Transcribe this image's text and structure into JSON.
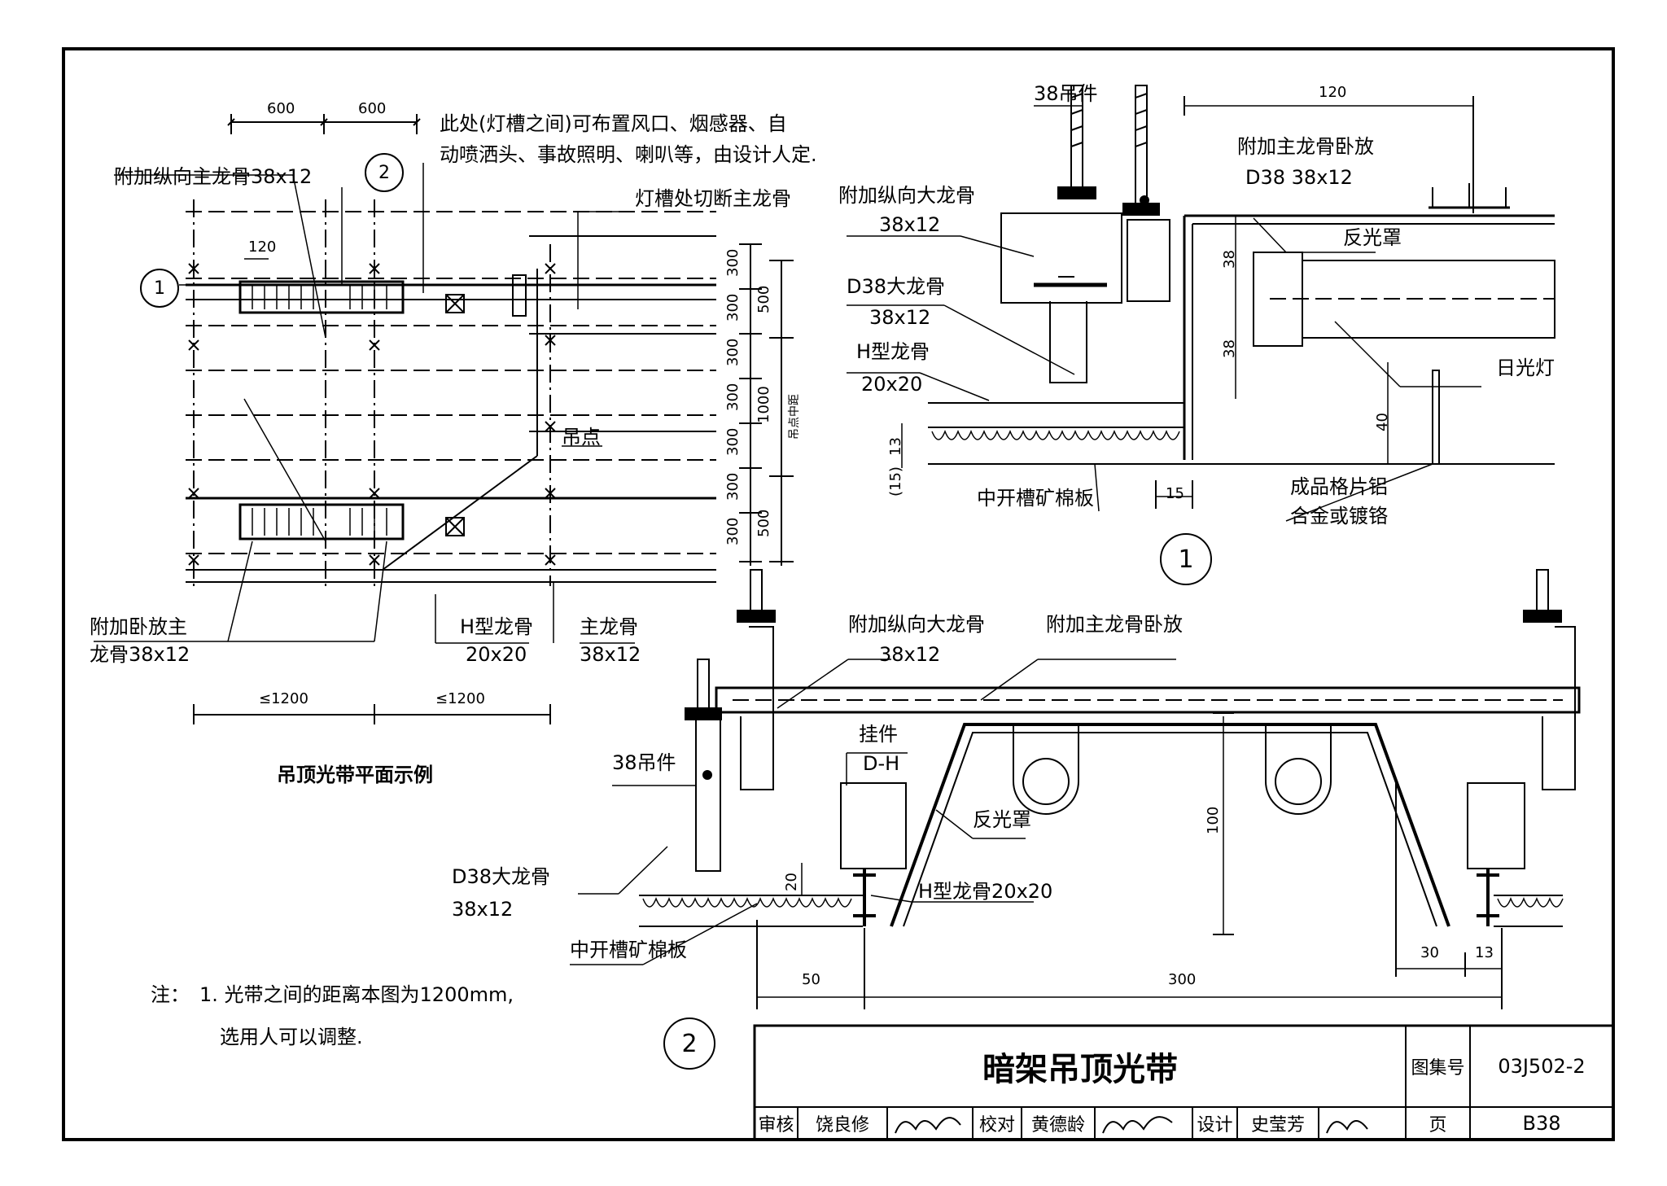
{
  "sheet": {
    "title": "暗架吊顶光带",
    "atlas_label": "图集号",
    "atlas_no": "03J502-2",
    "page_label": "页",
    "page_no": "B38",
    "review_label": "审核",
    "reviewer": "饶良修",
    "check_label": "校对",
    "checker": "黄德龄",
    "design_label": "设计",
    "designer": "史莹芳"
  },
  "plan": {
    "title": "吊顶光带平面示例",
    "dim_600_a": "600",
    "dim_600_b": "600",
    "dim_120": "120",
    "dim_1200_a": "≤1200",
    "dim_1200_b": "≤1200",
    "note_line1": "此处(灯槽之间)可布置风口、烟感器、自",
    "note_line2": "动喷洒头、事故照明、喇叭等，由设计人定.",
    "label_cut": "灯槽处切断主龙骨",
    "label_long_main": "附加纵向主龙骨38x12",
    "label_hanger_point": "吊点",
    "label_flat_main_1": "附加卧放主",
    "label_flat_main_2": "龙骨38x12",
    "label_h_keel_1": "H型龙骨",
    "label_h_keel_2": "20x20",
    "label_main_keel_1": "主龙骨",
    "label_main_keel_2": "38x12",
    "callout_1": "1",
    "callout_2": "2",
    "vdims": [
      "300",
      "300",
      "300",
      "300",
      "300",
      "300",
      "300"
    ],
    "vdim_500_a": "500",
    "vdim_1000": "1000",
    "vdim_500_b": "500",
    "vdim_note": "吊点中距"
  },
  "detail1": {
    "number": "1",
    "label_38_hanger": "38吊件",
    "dim_120": "120",
    "label_flat_main_1": "附加主龙骨卧放",
    "label_flat_main_2": "D38  38x12",
    "label_long_big_1": "附加纵向大龙骨",
    "label_long_big_2": "38x12",
    "label_reflector": "反光罩",
    "label_d38_1": "D38大龙骨",
    "label_d38_2": "38x12",
    "label_h_keel_1": "H型龙骨",
    "label_h_keel_2": "20x20",
    "label_lamp": "日光灯",
    "dim_38_a": "38",
    "dim_38_b": "38",
    "dim_40": "40",
    "dim_13": "13",
    "dim_15_v": "(15)",
    "dim_15": "15",
    "label_board": "中开槽矿棉板",
    "label_grille_1": "成品格片铝",
    "label_grille_2": "合金或镀铬"
  },
  "detail2": {
    "number": "2",
    "label_long_big_1": "附加纵向大龙骨",
    "label_long_big_2": "38x12",
    "label_flat_main": "附加主龙骨卧放",
    "label_38_hanger": "38吊件",
    "label_clip_1": "挂件",
    "label_clip_2": "D-H",
    "label_reflector": "反光罩",
    "label_d38_1": "D38大龙骨",
    "label_d38_2": "38x12",
    "label_h_keel": "H型龙骨20x20",
    "label_board": "中开槽矿棉板",
    "dim_20": "20",
    "dim_100": "100",
    "dim_50": "50",
    "dim_300": "300",
    "dim_30": "30",
    "dim_13": "13"
  },
  "notes": {
    "prefix": "注：",
    "line1": "1. 光带之间的距离本图为1200mm,",
    "line2": "选用人可以调整."
  }
}
